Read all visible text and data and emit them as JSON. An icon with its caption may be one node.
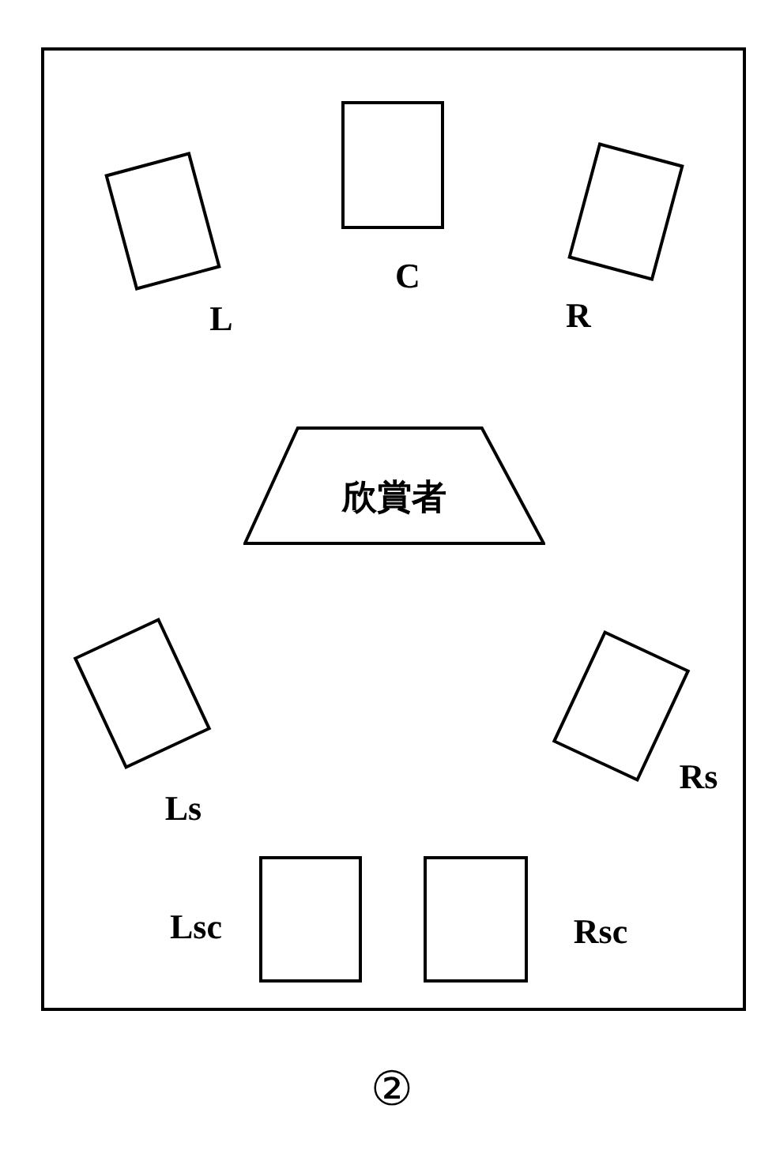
{
  "diagram": {
    "caption": "②",
    "nodes": [
      {
        "text": [],
        "shape": "box"
      },
      {
        "text": [],
        "shape": "box",
        "in": 0,
        "beside": [
          "L"
        ]
      },
      {
        "text": [],
        "shape": "box",
        "in": 0,
        "beside": [
          "C"
        ]
      },
      {
        "text": [],
        "shape": "box",
        "in": 0,
        "beside": [
          "R"
        ]
      },
      {
        "text": [
          "欣賞者"
        ],
        "in": 0
      },
      {
        "text": [],
        "shape": "box",
        "in": 0,
        "beside": [
          "Ls"
        ]
      },
      {
        "text": [],
        "shape": "box",
        "in": 0,
        "beside": [
          "Rs"
        ]
      },
      {
        "text": [],
        "shape": "box",
        "in": 0,
        "beside": [
          "Lsc"
        ]
      },
      {
        "text": [],
        "shape": "box",
        "in": 0,
        "beside": [
          "Rsc"
        ]
      }
    ]
  }
}
